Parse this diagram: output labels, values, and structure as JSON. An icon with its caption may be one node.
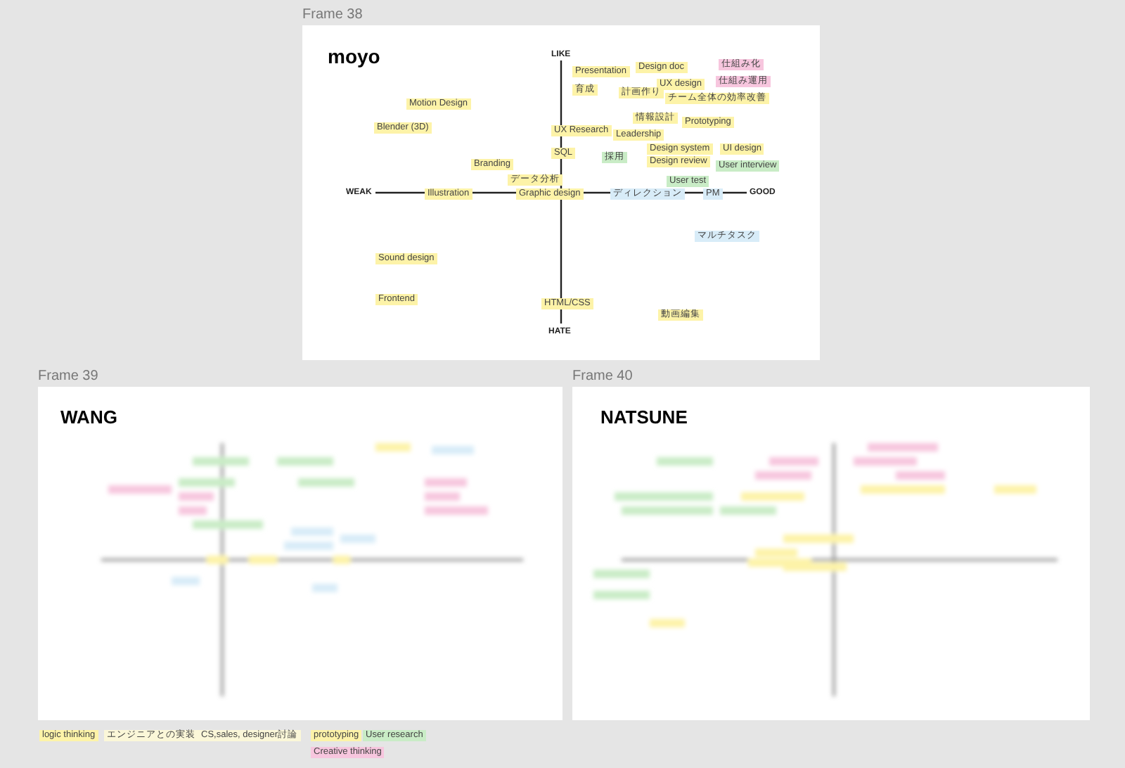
{
  "diagram": {
    "nodes": [
      {
        "text": [
          "Frame 38",
          "moyo"
        ]
      },
      {
        "text": [
          "仕組み化"
        ],
        "in": 0
      },
      {
        "text": [
          "Design doc"
        ],
        "in": 0
      },
      {
        "text": [
          "Presentation"
        ],
        "in": 0
      },
      {
        "text": [
          "仕組み運用"
        ],
        "in": 0
      },
      {
        "text": [
          "UX design"
        ],
        "in": 0
      },
      {
        "text": [
          "育成"
        ],
        "in": 0
      },
      {
        "text": [
          "計画作り"
        ],
        "in": 0
      },
      {
        "text": [
          "チーム全体の効率改善"
        ],
        "in": 0
      },
      {
        "text": [
          "Motion Design"
        ],
        "in": 0
      },
      {
        "text": [
          "情報設計"
        ],
        "in": 0
      },
      {
        "text": [
          "Prototyping"
        ],
        "in": 0
      },
      {
        "text": [
          "Blender (3D)"
        ],
        "in": 0
      },
      {
        "text": [
          "UX Research"
        ],
        "in": 0
      },
      {
        "text": [
          "Leadership"
        ],
        "in": 0
      },
      {
        "text": [
          "Design system"
        ],
        "in": 0
      },
      {
        "text": [
          "UI design"
        ],
        "in": 0
      },
      {
        "text": [
          "SQL"
        ],
        "in": 0
      },
      {
        "text": [
          "採用"
        ],
        "in": 0
      },
      {
        "text": [
          "Design review"
        ],
        "in": 0
      },
      {
        "text": [
          "Branding"
        ],
        "in": 0
      },
      {
        "text": [
          "User interview"
        ],
        "in": 0
      },
      {
        "text": [
          "データ分析"
        ],
        "in": 0
      },
      {
        "text": [
          "User test"
        ],
        "in": 0
      },
      {
        "text": [
          "Illustration"
        ],
        "in": 0
      },
      {
        "text": [
          "Graphic design"
        ],
        "in": 0
      },
      {
        "text": [
          "ディレクション"
        ],
        "in": 0
      },
      {
        "text": [
          "PM"
        ],
        "in": 0
      },
      {
        "text": [
          "マルチタスク"
        ],
        "in": 0
      },
      {
        "text": [
          "Sound design"
        ],
        "in": 0
      },
      {
        "text": [
          "Frontend"
        ],
        "in": 0
      },
      {
        "text": [
          "HTML/CSS"
        ],
        "in": 0
      },
      {
        "text": [
          "動画編集"
        ],
        "in": 0
      },
      {
        "text": [
          "Frame 39",
          "WANG"
        ]
      },
      {
        "text": [
          "Frame 40",
          "NATSUNE"
        ]
      },
      {
        "text": [
          "logic thinking"
        ]
      },
      {
        "text": [
          "エンジニアとの実装"
        ]
      },
      {
        "text": [
          "CS,sales, designer討論"
        ]
      },
      {
        "text": [
          "prototyping"
        ]
      },
      {
        "text": [
          "User research"
        ]
      },
      {
        "text": [
          "Creative thinking"
        ]
      }
    ],
    "labels": [
      "LIKE",
      "WEAK",
      "GOOD",
      "HATE"
    ]
  }
}
